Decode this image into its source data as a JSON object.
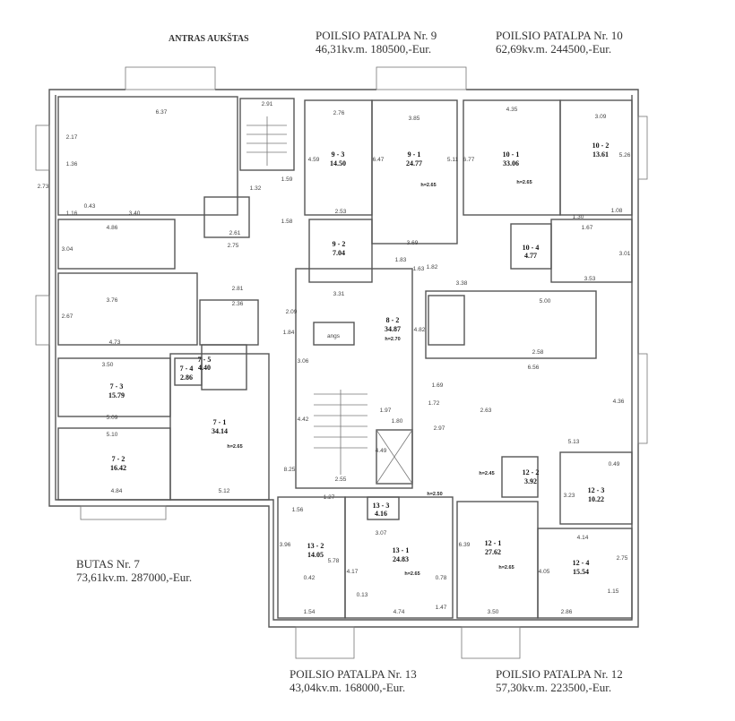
{
  "floor_title": "ANTRAS AUKŠTAS",
  "units": [
    {
      "title": "POILSIO PATALPA Nr. 9",
      "info": "46,31kv.m. 180500,-Eur."
    },
    {
      "title": "POILSIO PATALPA Nr. 10",
      "info": "62,69kv.m. 244500,-Eur."
    },
    {
      "title": "BUTAS Nr. 7",
      "info": "73,61kv.m. 287000,-Eur."
    },
    {
      "title": "POILSIO PATALPA Nr. 13",
      "info": "43,04kv.m. 168000,-Eur."
    },
    {
      "title": "POILSIO PATALPA Nr. 12",
      "info": "57,30kv.m. 223500,-Eur."
    }
  ],
  "rooms": [
    {
      "id": "9 - 3",
      "area": "14.50"
    },
    {
      "id": "9 - 1",
      "area": "24.77"
    },
    {
      "id": "9 - 2",
      "area": "7.04"
    },
    {
      "id": "10 - 1",
      "area": "33.06"
    },
    {
      "id": "10 - 2",
      "area": "13.61"
    },
    {
      "id": "10 - 4",
      "area": "4.77"
    },
    {
      "id": "8 - 2",
      "area": "34.87"
    },
    {
      "id": "7 - 1",
      "area": "34.14"
    },
    {
      "id": "7 - 2",
      "area": "16.42"
    },
    {
      "id": "7 - 3",
      "area": "15.79"
    },
    {
      "id": "7 - 4",
      "area": "2.86"
    },
    {
      "id": "7 - 5",
      "area": "4.40"
    },
    {
      "id": "12 - 1",
      "area": "27.62"
    },
    {
      "id": "12 - 2",
      "area": "3.92"
    },
    {
      "id": "12 - 3",
      "area": "10.22"
    },
    {
      "id": "12 - 4",
      "area": "15.54"
    },
    {
      "id": "13 - 1",
      "area": "24.83"
    },
    {
      "id": "13 - 2",
      "area": "14.05"
    },
    {
      "id": "13 - 3",
      "area": "4.16"
    }
  ],
  "heights": {
    "h265": "h=2.65",
    "h270": "h=2.70",
    "h245": "h=2.45",
    "h250": "h=2.50"
  },
  "stair_label": "angs",
  "dims": [
    "6.37",
    "2.17",
    "2.73",
    "1.36",
    "1.16",
    "0.43",
    "3.40",
    "2.91",
    "2.76",
    "3.85",
    "4.35",
    "3.09",
    "4.86",
    "3.04",
    "3.76",
    "2.67",
    "4.73",
    "3.50",
    "5.09",
    "5.10",
    "4.84",
    "5.12",
    "8.25",
    "2.55",
    "3.31",
    "3.69",
    "3.38",
    "6.56",
    "5.00",
    "2.58",
    "4.36",
    "5.13",
    "2.63",
    "1.56",
    "1.27",
    "3.07",
    "4.74",
    "1.54",
    "3.50",
    "2.86",
    "4.14",
    "1.67",
    "3.53",
    "3.01",
    "6.77",
    "5.11",
    "6.47",
    "4.59",
    "2.53",
    "1.32",
    "1.59",
    "1.58",
    "2.75",
    "2.61",
    "2.81",
    "2.36",
    "2.09",
    "1.84",
    "3.06",
    "4.42",
    "4.49",
    "1.97",
    "1.80",
    "2.97",
    "1.72",
    "1.69",
    "4.82",
    "1.63",
    "1.82",
    "1.83",
    "5.26",
    "1.08",
    "1.30",
    "0.49",
    "3.23",
    "3.96",
    "5.78",
    "4.17",
    "6.39",
    "4.05",
    "2.75",
    "1.15",
    "0.78",
    "1.47",
    "0.13",
    "0.42"
  ]
}
